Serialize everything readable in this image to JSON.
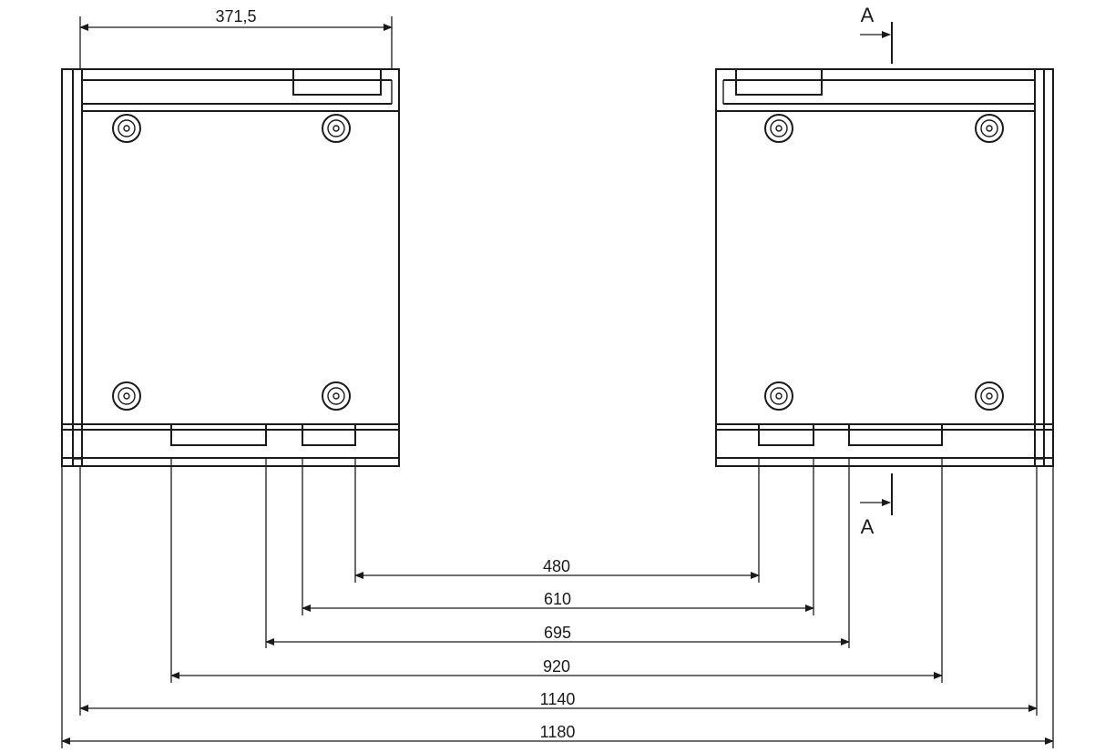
{
  "dimensions": {
    "top_width": "371,5",
    "d480": "480",
    "d610": "610",
    "d695": "695",
    "d920": "920",
    "d1140": "1140",
    "d1180": "1180"
  },
  "section": {
    "top_label": "A",
    "bottom_label": "A"
  }
}
